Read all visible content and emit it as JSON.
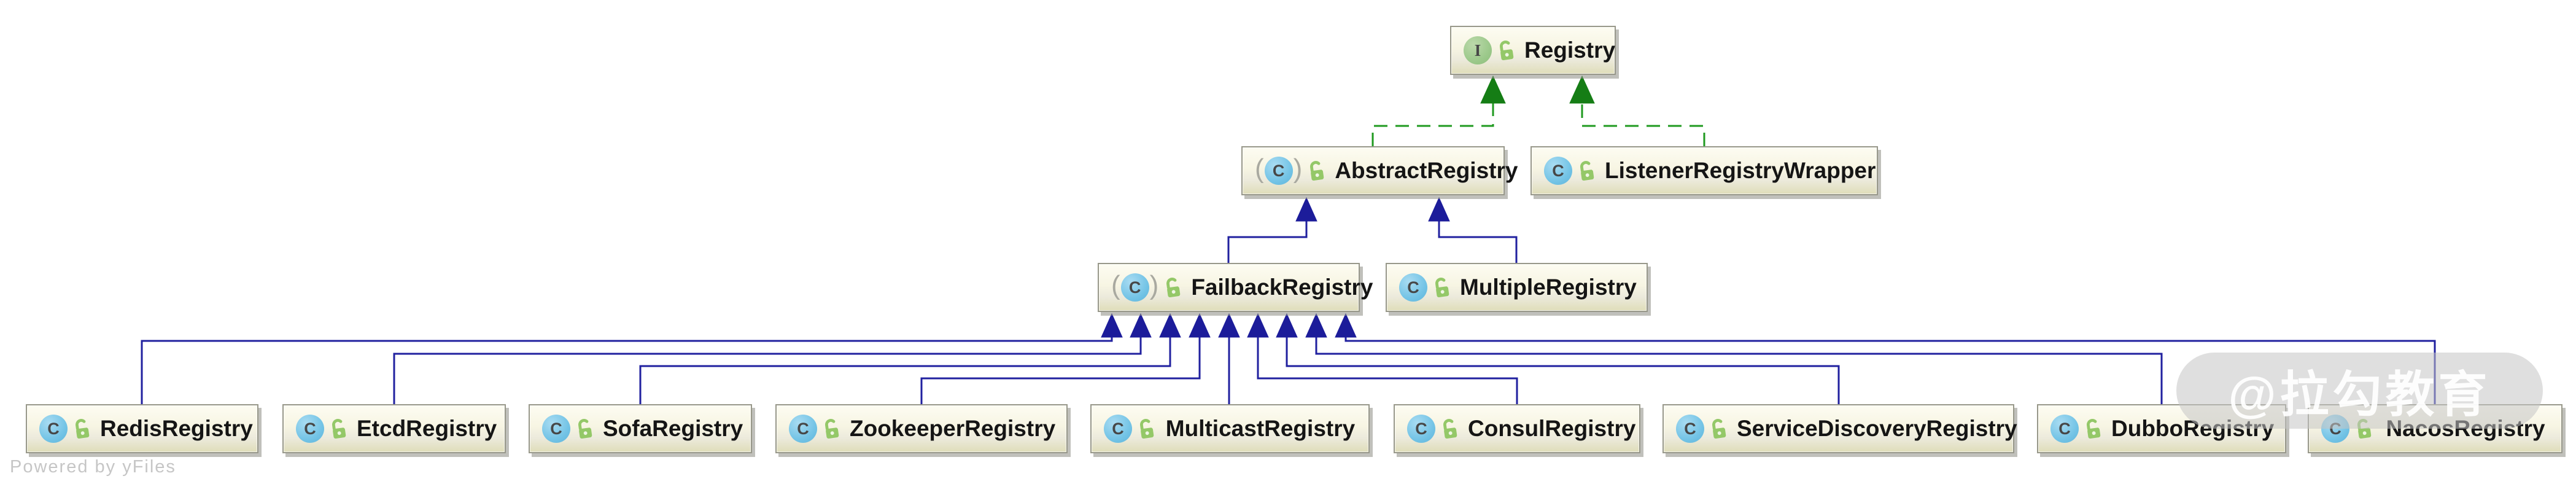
{
  "icons": {
    "interface_glyph": "I",
    "class_glyph": "C",
    "abstract_open": "(",
    "abstract_close": ")",
    "lock": "public-open-padlock"
  },
  "colors": {
    "node_fill_top": "#fdfcf2",
    "node_fill_bottom": "#dfddb9",
    "node_border": "#98988a",
    "extends_edge": "#20209f",
    "implements_edge": "#1f9a1f",
    "class_icon_bg": "#74c4e6",
    "interface_icon_bg": "#9cc98b",
    "lock_icon": "#94c868",
    "watermark_bg": "#c4c4c4",
    "watermark_text": "#ffffff",
    "powered_text": "#c6c6c6"
  },
  "nodes": [
    {
      "label": "Registry",
      "stereotype": "interface",
      "visibility": "public"
    },
    {
      "label": "AbstractRegistry",
      "stereotype": "abstract-class",
      "visibility": "public"
    },
    {
      "label": "ListenerRegistryWrapper",
      "stereotype": "class",
      "visibility": "public"
    },
    {
      "label": "FailbackRegistry",
      "stereotype": "abstract-class",
      "visibility": "public"
    },
    {
      "label": "MultipleRegistry",
      "stereotype": "class",
      "visibility": "public"
    },
    {
      "label": "RedisRegistry",
      "stereotype": "class",
      "visibility": "public"
    },
    {
      "label": "EtcdRegistry",
      "stereotype": "class",
      "visibility": "public"
    },
    {
      "label": "SofaRegistry",
      "stereotype": "class",
      "visibility": "public"
    },
    {
      "label": "ZookeeperRegistry",
      "stereotype": "class",
      "visibility": "public"
    },
    {
      "label": "MulticastRegistry",
      "stereotype": "class",
      "visibility": "public"
    },
    {
      "label": "ConsulRegistry",
      "stereotype": "class",
      "visibility": "public"
    },
    {
      "label": "ServiceDiscoveryRegistry",
      "stereotype": "class",
      "visibility": "public"
    },
    {
      "label": "DubboRegistry",
      "stereotype": "class",
      "visibility": "public"
    },
    {
      "label": "NacosRegistry",
      "stereotype": "class",
      "visibility": "public"
    }
  ],
  "edges": [
    {
      "from": "AbstractRegistry",
      "to": "Registry",
      "type": "implements"
    },
    {
      "from": "ListenerRegistryWrapper",
      "to": "Registry",
      "type": "implements"
    },
    {
      "from": "FailbackRegistry",
      "to": "AbstractRegistry",
      "type": "extends"
    },
    {
      "from": "MultipleRegistry",
      "to": "AbstractRegistry",
      "type": "extends"
    },
    {
      "from": "RedisRegistry",
      "to": "FailbackRegistry",
      "type": "extends"
    },
    {
      "from": "EtcdRegistry",
      "to": "FailbackRegistry",
      "type": "extends"
    },
    {
      "from": "SofaRegistry",
      "to": "FailbackRegistry",
      "type": "extends"
    },
    {
      "from": "ZookeeperRegistry",
      "to": "FailbackRegistry",
      "type": "extends"
    },
    {
      "from": "MulticastRegistry",
      "to": "FailbackRegistry",
      "type": "extends"
    },
    {
      "from": "ConsulRegistry",
      "to": "FailbackRegistry",
      "type": "extends"
    },
    {
      "from": "ServiceDiscoveryRegistry",
      "to": "FailbackRegistry",
      "type": "extends"
    },
    {
      "from": "DubboRegistry",
      "to": "FailbackRegistry",
      "type": "extends"
    },
    {
      "from": "NacosRegistry",
      "to": "FailbackRegistry",
      "type": "extends"
    }
  ],
  "watermark": {
    "text": "@拉勾教育"
  },
  "footer": {
    "powered_by": "Powered by yFiles"
  }
}
